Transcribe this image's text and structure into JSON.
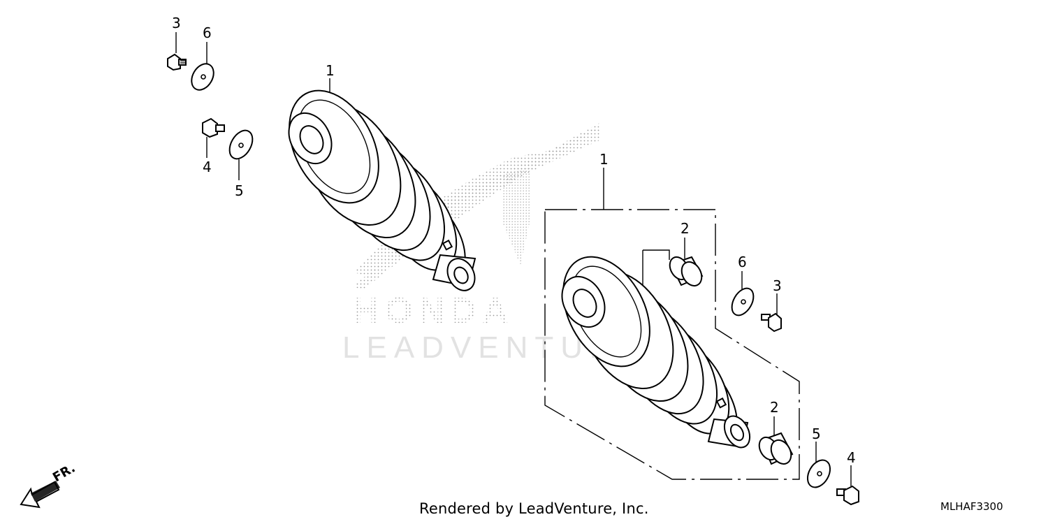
{
  "diagram": {
    "callouts": {
      "tl_bolt": "3",
      "tl_washer": "6",
      "ml_bolt": "4",
      "ml_washer": "5",
      "shock_left": "1",
      "shock_right": "1",
      "collar_top": "2",
      "collar_bottom": "2",
      "r_washer_top": "6",
      "r_bolt_top": "3",
      "r_washer_bottom": "5",
      "r_bolt_bottom": "4"
    },
    "direction_label": "FR.",
    "watermark_brand": "HONDA",
    "watermark_text": "LEADVENTURE"
  },
  "footer": {
    "rendered_by": "Rendered by LeadVenture, Inc.",
    "diagram_code": "MLHAF3300"
  }
}
